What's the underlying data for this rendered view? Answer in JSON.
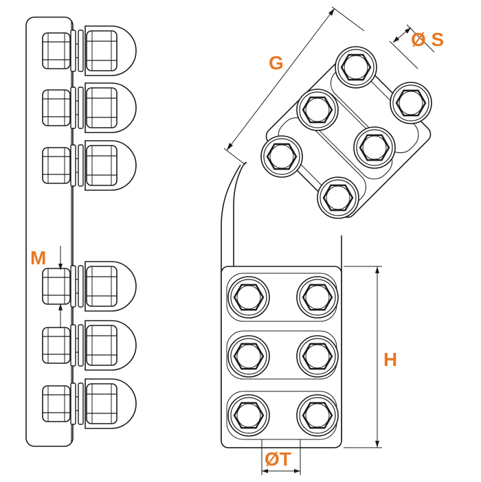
{
  "diagram": {
    "accent_color": "#E87722",
    "line_color": "#1a1a1a",
    "side_view": {
      "label": "M",
      "bolt_count": 6
    },
    "front_view": {
      "labels": {
        "g": "G",
        "s": "Ø S",
        "h": "H",
        "t": "ØT"
      },
      "upper_pad_bolts": 6,
      "lower_pad_bolts": 6,
      "bend_angle_deg": 45
    }
  }
}
